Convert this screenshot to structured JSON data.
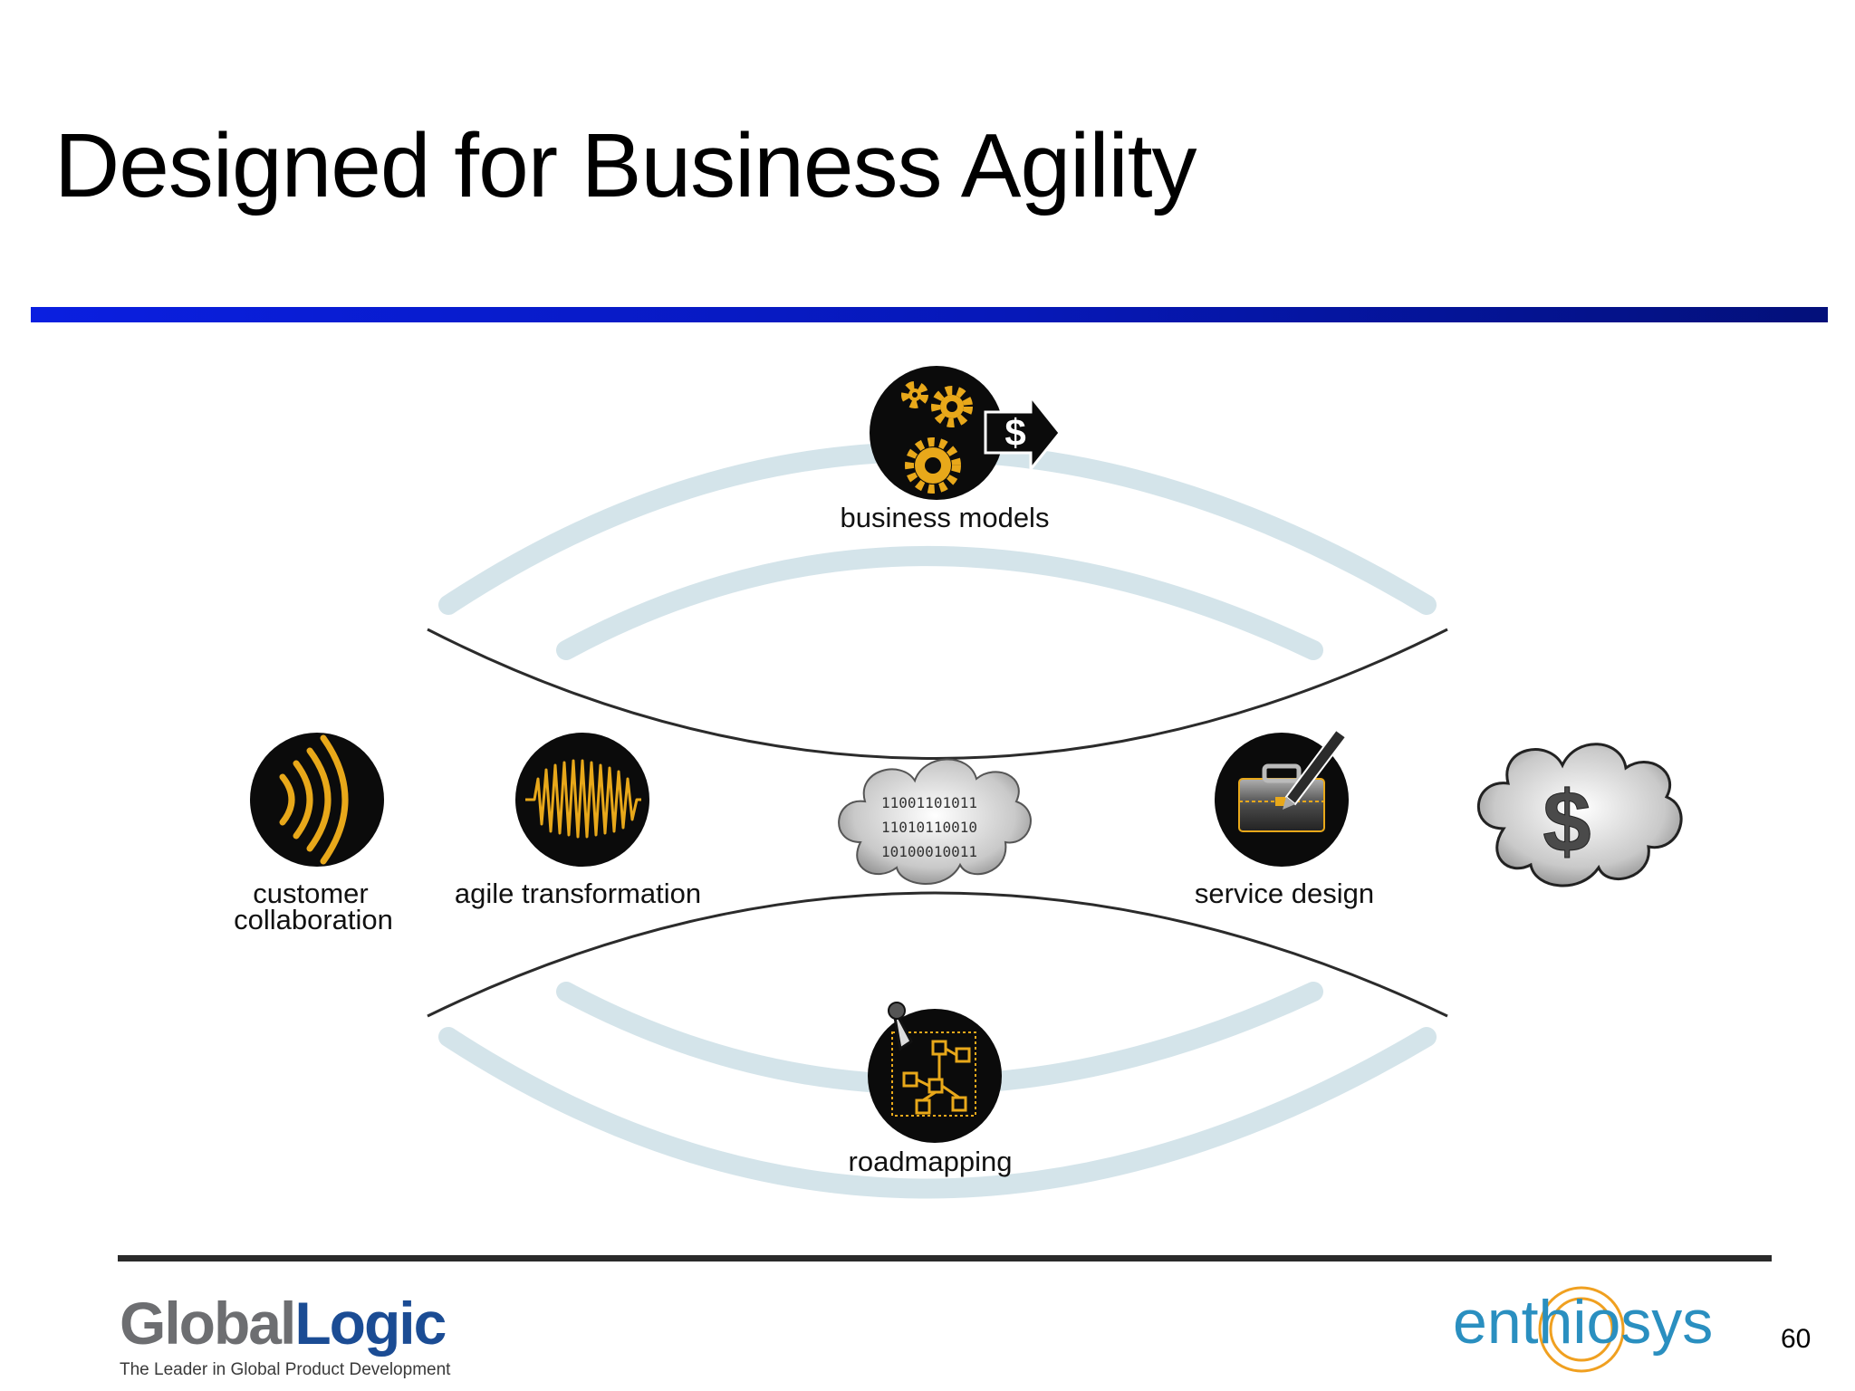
{
  "slide": {
    "title": "Designed for Business Agility",
    "page_number": "60"
  },
  "diagram": {
    "nodes": {
      "business_models": "business models",
      "customer_collaboration_line1": "customer",
      "customer_collaboration_line2": "collaboration",
      "agile_transformation": "agile transformation",
      "service_design": "service design",
      "roadmapping": "roadmapping"
    },
    "binary_cloud": [
      "11001101011",
      "11010110010",
      "10100010011"
    ],
    "money_symbol": "$"
  },
  "footer": {
    "left_logo": {
      "word1": "Global",
      "word2": "Logic",
      "tagline": "The Leader in Global Product Development"
    },
    "right_logo": {
      "text": "enthiosys"
    }
  },
  "colors": {
    "title_rule": "#0a1fe0",
    "icon_gold": "#e8a81a",
    "arc_light": "#d4e4ea",
    "logo_blue": "#1b4c94",
    "logo_gray": "#6d6e71",
    "enthiosys_blue": "#2a8fc0",
    "enthiosys_orange": "#f0a020"
  }
}
